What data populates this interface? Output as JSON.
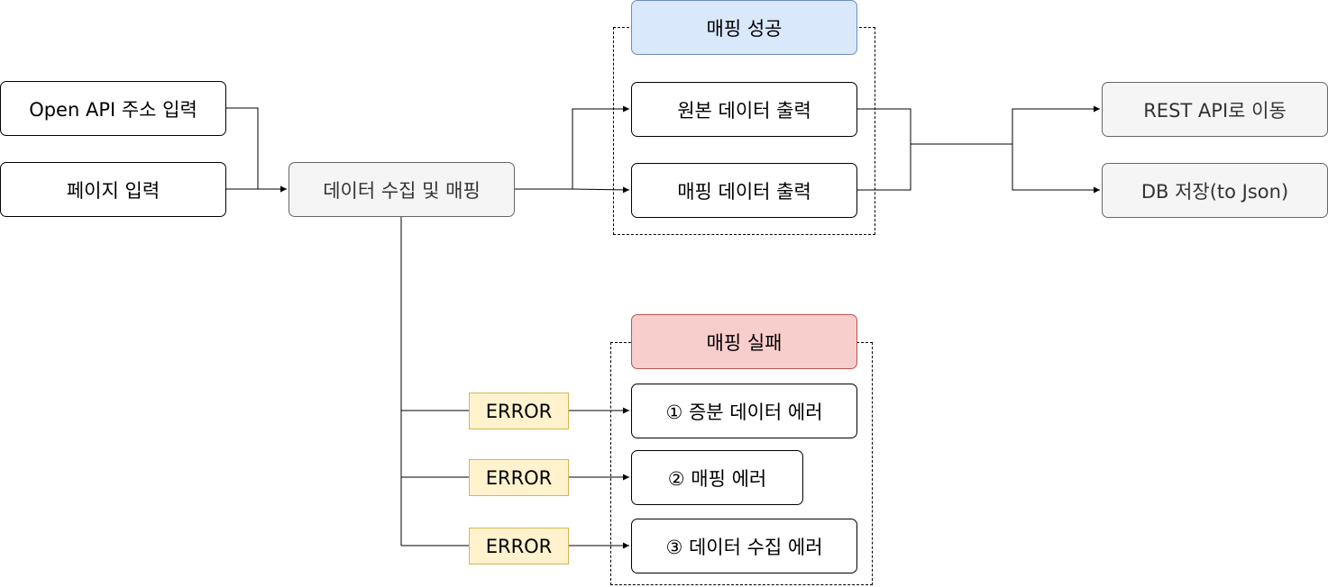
{
  "inputs": {
    "openapi_address": "Open API 주소 입력",
    "page": "페이지 입력"
  },
  "process": {
    "collect_and_map": "데이터 수집 및 매핑"
  },
  "success_group": {
    "title": "매핑 성공",
    "original_output": "원본 데이터 출력",
    "mapped_output": "매핑 데이터 출력"
  },
  "destinations": {
    "rest_api": "REST API로 이동",
    "db_save": "DB 저장(to Json)"
  },
  "failure_group": {
    "title": "매핑 실패",
    "errors": [
      "① 증분 데이터 에러",
      "② 매핑 에러",
      "③ 데이터 수집 에러"
    ]
  },
  "error_label": "ERROR",
  "colors": {
    "success_fill": "#dae8fc",
    "success_stroke": "#6c8ebf",
    "failure_fill": "#f8cecc",
    "failure_stroke": "#b85450",
    "error_fill": "#fff2cc",
    "error_stroke": "#d6b656",
    "neutral_fill": "#f5f5f5"
  }
}
